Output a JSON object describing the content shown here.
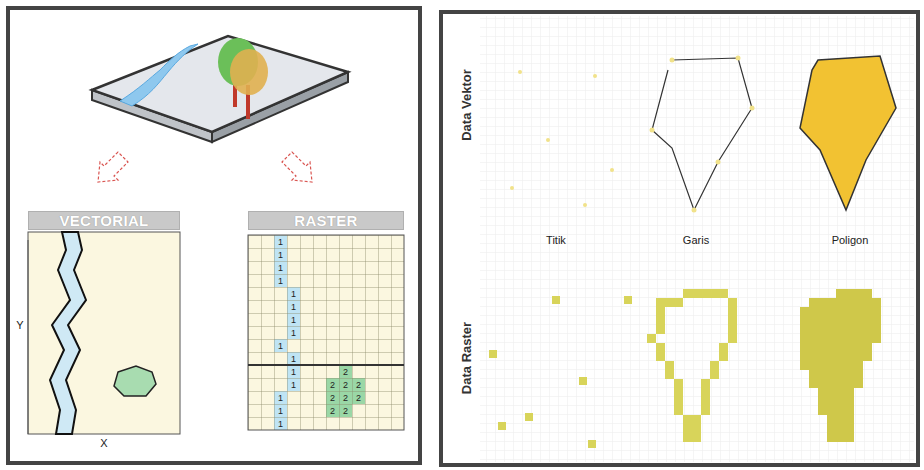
{
  "diagram": {
    "nodes": [
      {
        "text": [
          "VECTORIAL"
        ]
      },
      {
        "text": [
          "RASTER"
        ]
      }
    ],
    "labels": [
      "Y",
      "X",
      "1",
      "1",
      "1",
      "1",
      "1",
      "1",
      "1",
      "1",
      "1",
      "1",
      "1",
      "1",
      "1",
      "1",
      "1",
      "2",
      "2",
      "2",
      "2",
      "2",
      "2",
      "2",
      "2",
      "2",
      "Data Vektor",
      "Titik",
      "Garis",
      "Poligon",
      "Data Raster"
    ]
  }
}
